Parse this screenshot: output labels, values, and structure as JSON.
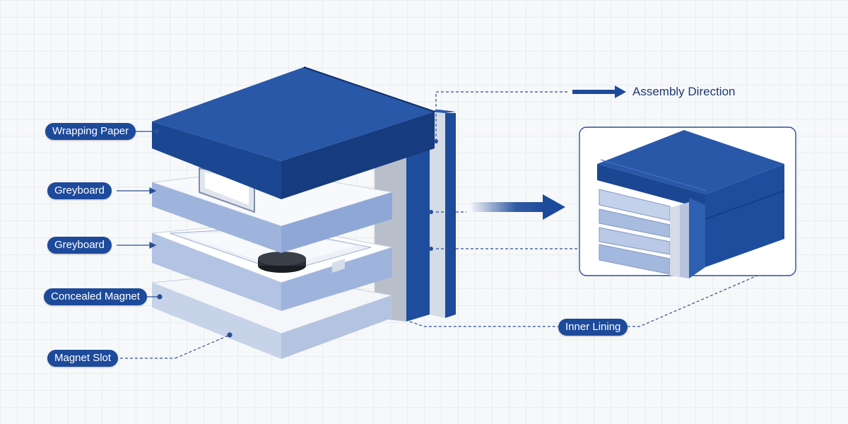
{
  "labels": {
    "wrapping_paper": "Wrapping Paper",
    "greyboard_top": "Greyboard",
    "greyboard_bottom": "Greyboard",
    "concealed_magnet": "Concealed Magnet",
    "magnet_slot": "Magnet Slot",
    "inner_lining": "Inner Lining",
    "assembly_direction": "Assembly Direction"
  },
  "colors": {
    "navy": "#1d4a9a",
    "navy_dark": "#163a7c",
    "light_blue": "#a8bce0",
    "pale_blue": "#c9d6ee",
    "grey": "#b8bec8",
    "white": "#ffffff",
    "line": "#2b4f95"
  }
}
